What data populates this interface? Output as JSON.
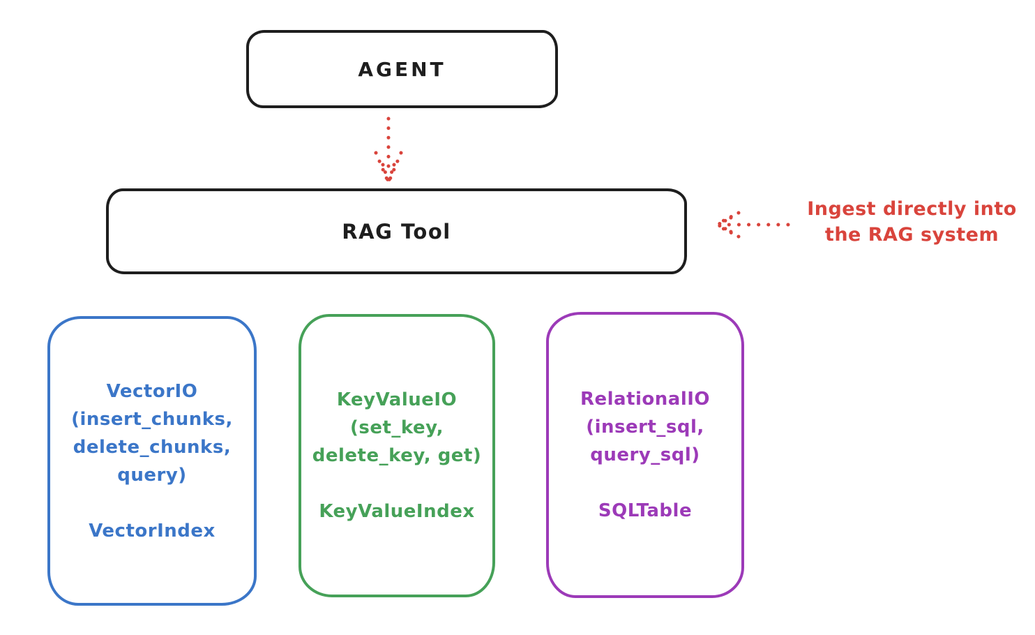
{
  "diagram": {
    "nodes": {
      "agent": {
        "label": "AGENT"
      },
      "rag_tool": {
        "label": "RAG Tool"
      }
    },
    "annotation": {
      "line1": "Ingest directly into",
      "line2": "the RAG system"
    },
    "backends": [
      {
        "name": "vector",
        "accent": "#3b76c8",
        "io_lines": [
          "VectorIO",
          "(insert_chunks,",
          "delete_chunks,",
          "query)"
        ],
        "index_label": "VectorIndex"
      },
      {
        "name": "keyvalue",
        "accent": "#46a158",
        "io_lines": [
          "KeyValueIO",
          "(set_key,",
          "delete_key, get)"
        ],
        "index_label": "KeyValueIndex"
      },
      {
        "name": "relational",
        "accent": "#9c3ab8",
        "io_lines": [
          "RelationalIO",
          "(insert_sql,",
          "query_sql)"
        ],
        "index_label": "SQLTable"
      }
    ],
    "colors": {
      "stroke": "#1e1e1e",
      "arrow_red": "#d9443c",
      "background": "#ffffff"
    }
  }
}
